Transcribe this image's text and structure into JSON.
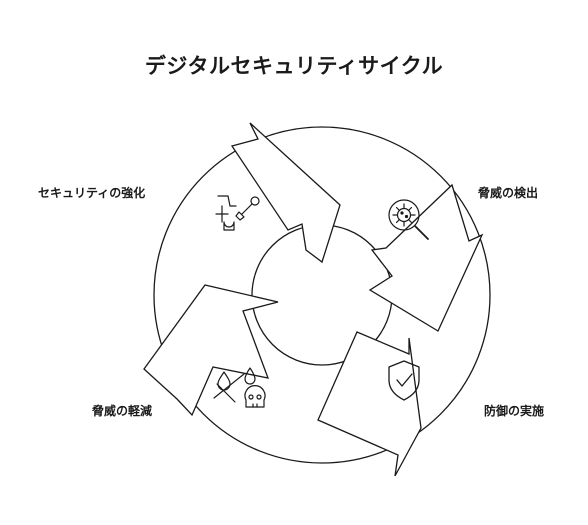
{
  "title": "デジタルセキュリティサイクル",
  "stages": {
    "strengthen": {
      "label": "セキュリティの強化",
      "icon": "tools-icon"
    },
    "detect": {
      "label": "脅威の検出",
      "icon": "virus-magnifier-icon"
    },
    "implement": {
      "label": "防御の実施",
      "icon": "shield-check-icon"
    },
    "mitigate": {
      "label": "脅威の軽減",
      "icon": "no-drop-skull-icon"
    }
  }
}
